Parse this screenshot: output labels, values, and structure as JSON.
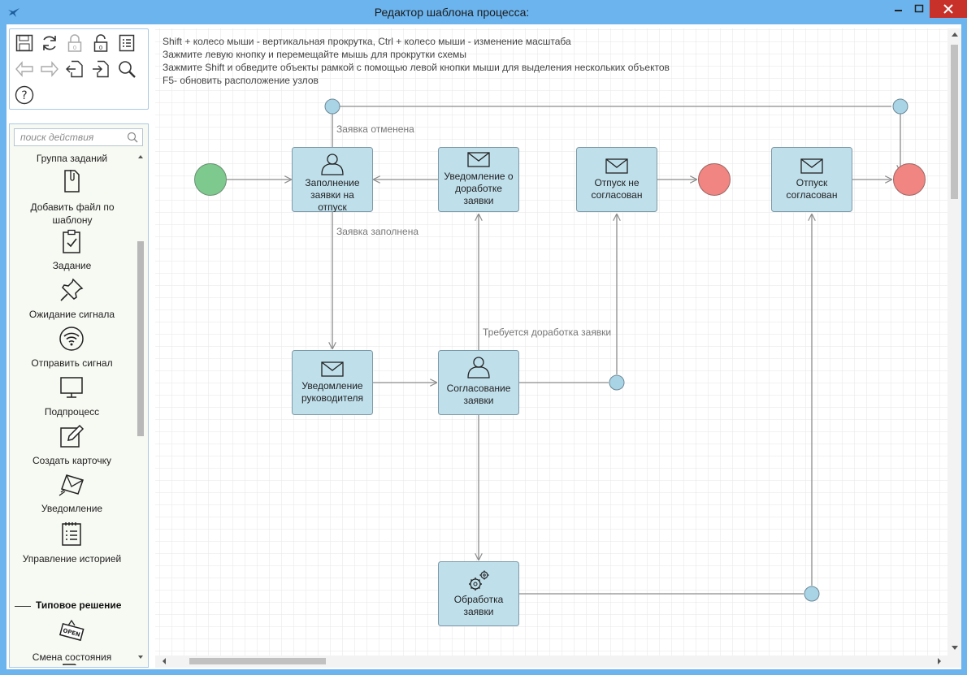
{
  "window": {
    "title": "Редактор шаблона процесса:"
  },
  "sidebar": {
    "search_placeholder": "поиск действия",
    "items": [
      {
        "label": "Группа заданий"
      },
      {
        "label": "Добавить файл по шаблону"
      },
      {
        "label": "Задание"
      },
      {
        "label": "Ожидание сигнала"
      },
      {
        "label": "Отправить сигнал"
      },
      {
        "label": "Подпроцесс"
      },
      {
        "label": "Создать карточку"
      },
      {
        "label": "Уведомление"
      },
      {
        "label": "Управление историей"
      }
    ],
    "section": "Типовое решение",
    "section_items": [
      {
        "label": "Смена состояния"
      }
    ]
  },
  "canvas": {
    "hints": [
      "Shift + колесо мыши - вертикальная прокрутка, Ctrl + колесо мыши - изменение масштаба",
      "Зажмите левую кнопку и перемещайте мышь для прокрутки схемы",
      "Зажмите Shift и обведите объекты рамкой с помощью левой кнопки мыши для выделения нескольких объектов",
      "F5- обновить расположение узлов"
    ],
    "nodes": {
      "fill_request": [
        "Заполнение",
        "заявки на",
        "отпуск"
      ],
      "notify_revision": [
        "Уведомление о",
        "доработке",
        "заявки"
      ],
      "not_approved": [
        "Отпуск не",
        "согласован"
      ],
      "approved": [
        "Отпуск",
        "согласован"
      ],
      "notify_manager": [
        "Уведомление",
        "руководителя"
      ],
      "approval": [
        "Согласование",
        "заявки"
      ],
      "processing": [
        "Обработка",
        "заявки"
      ]
    },
    "edge_labels": {
      "cancelled": "Заявка отменена",
      "filled": "Заявка заполнена",
      "needs_revision": "Требуется доработка заявки"
    },
    "colors": {
      "node_fill": "#bfdfeb",
      "node_border": "#7d9aa8",
      "start": "#7dc98e",
      "end": "#f08582",
      "junction": "#a9d4e6",
      "edge": "#8c8c8c"
    }
  }
}
